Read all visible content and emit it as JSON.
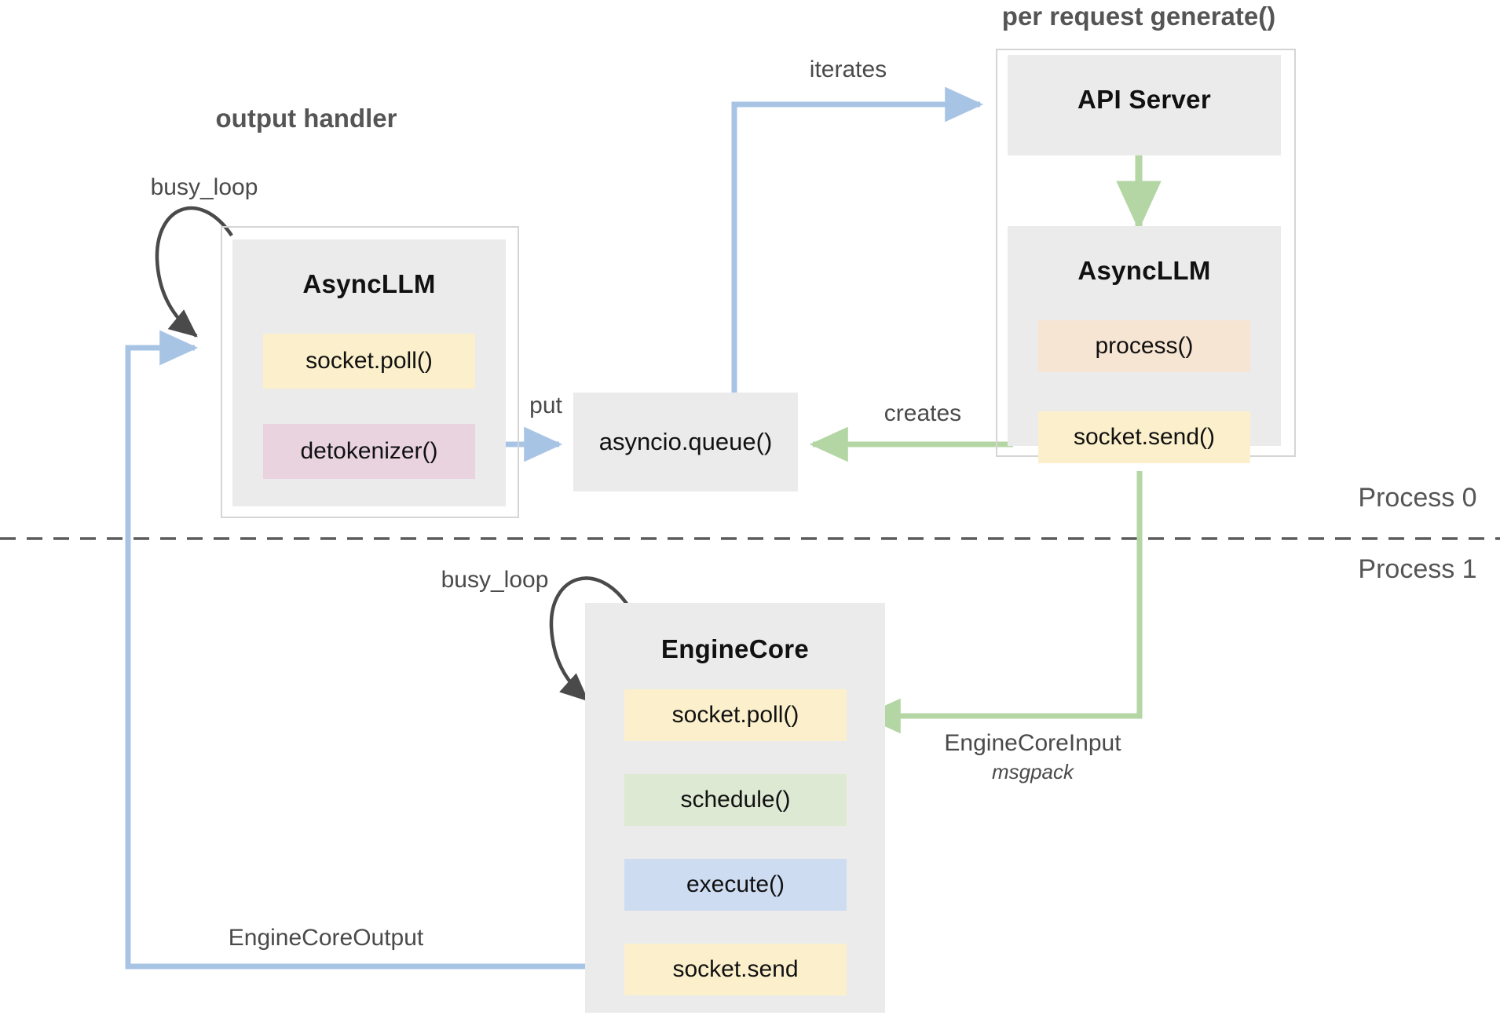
{
  "diagram": {
    "title_left": "output handler",
    "title_right": "per request generate()",
    "process_top": "Process 0",
    "process_bottom": "Process 1"
  },
  "colors": {
    "block_bg": "#ebebeb",
    "frame_border": "#d5d5d5",
    "chip_yellow": "#fbf0cb",
    "chip_pink": "#e8d3de",
    "chip_peach": "#f7e5d3",
    "chip_green": "#dde9d3",
    "chip_blue": "#cedcf2",
    "arrow_blue": "#a8c4e5",
    "arrow_green": "#b4d6a4",
    "arrow_dark": "#4a4a4a",
    "text_dark": "#111111",
    "text_gray": "#555555"
  },
  "groups": {
    "output_handler": {
      "label": "output handler",
      "block_title": "AsyncLLM",
      "chips": [
        {
          "label": "socket.poll()",
          "color": "chip_yellow"
        },
        {
          "label": "detokenizer()",
          "color": "chip_pink"
        }
      ],
      "self_loop_label": "busy_loop"
    },
    "per_request": {
      "label": "per request generate()",
      "blocks": [
        {
          "title": "API Server",
          "chips": []
        },
        {
          "title": "AsyncLLM",
          "chips": [
            {
              "label": "process()",
              "color": "chip_peach"
            },
            {
              "label": "socket.send()",
              "color": "chip_yellow"
            }
          ]
        }
      ]
    },
    "engine_core": {
      "block_title": "EngineCore",
      "self_loop_label": "busy_loop",
      "chips": [
        {
          "label": "socket.poll()",
          "color": "chip_yellow"
        },
        {
          "label": "schedule()",
          "color": "chip_green"
        },
        {
          "label": "execute()",
          "color": "chip_blue"
        },
        {
          "label": "socket.send",
          "color": "chip_yellow"
        }
      ]
    }
  },
  "nodes": {
    "queue": {
      "label": "asyncio.queue()"
    }
  },
  "edges": [
    {
      "id": "iterates",
      "label": "iterates",
      "color": "arrow_blue"
    },
    {
      "id": "put",
      "label": "put",
      "color": "arrow_blue"
    },
    {
      "id": "creates",
      "label": "creates",
      "color": "arrow_green"
    },
    {
      "id": "engine-core-input",
      "label": "EngineCoreInput",
      "sublabel": "msgpack",
      "color": "arrow_green"
    },
    {
      "id": "engine-core-output",
      "label": "EngineCoreOutput",
      "color": "arrow_blue"
    },
    {
      "id": "api-to-asyncllm",
      "label": "",
      "color": "arrow_green"
    },
    {
      "id": "busy-loop-left",
      "label": "busy_loop",
      "color": "arrow_dark"
    },
    {
      "id": "busy-loop-engine",
      "label": "busy_loop",
      "color": "arrow_dark"
    }
  ]
}
